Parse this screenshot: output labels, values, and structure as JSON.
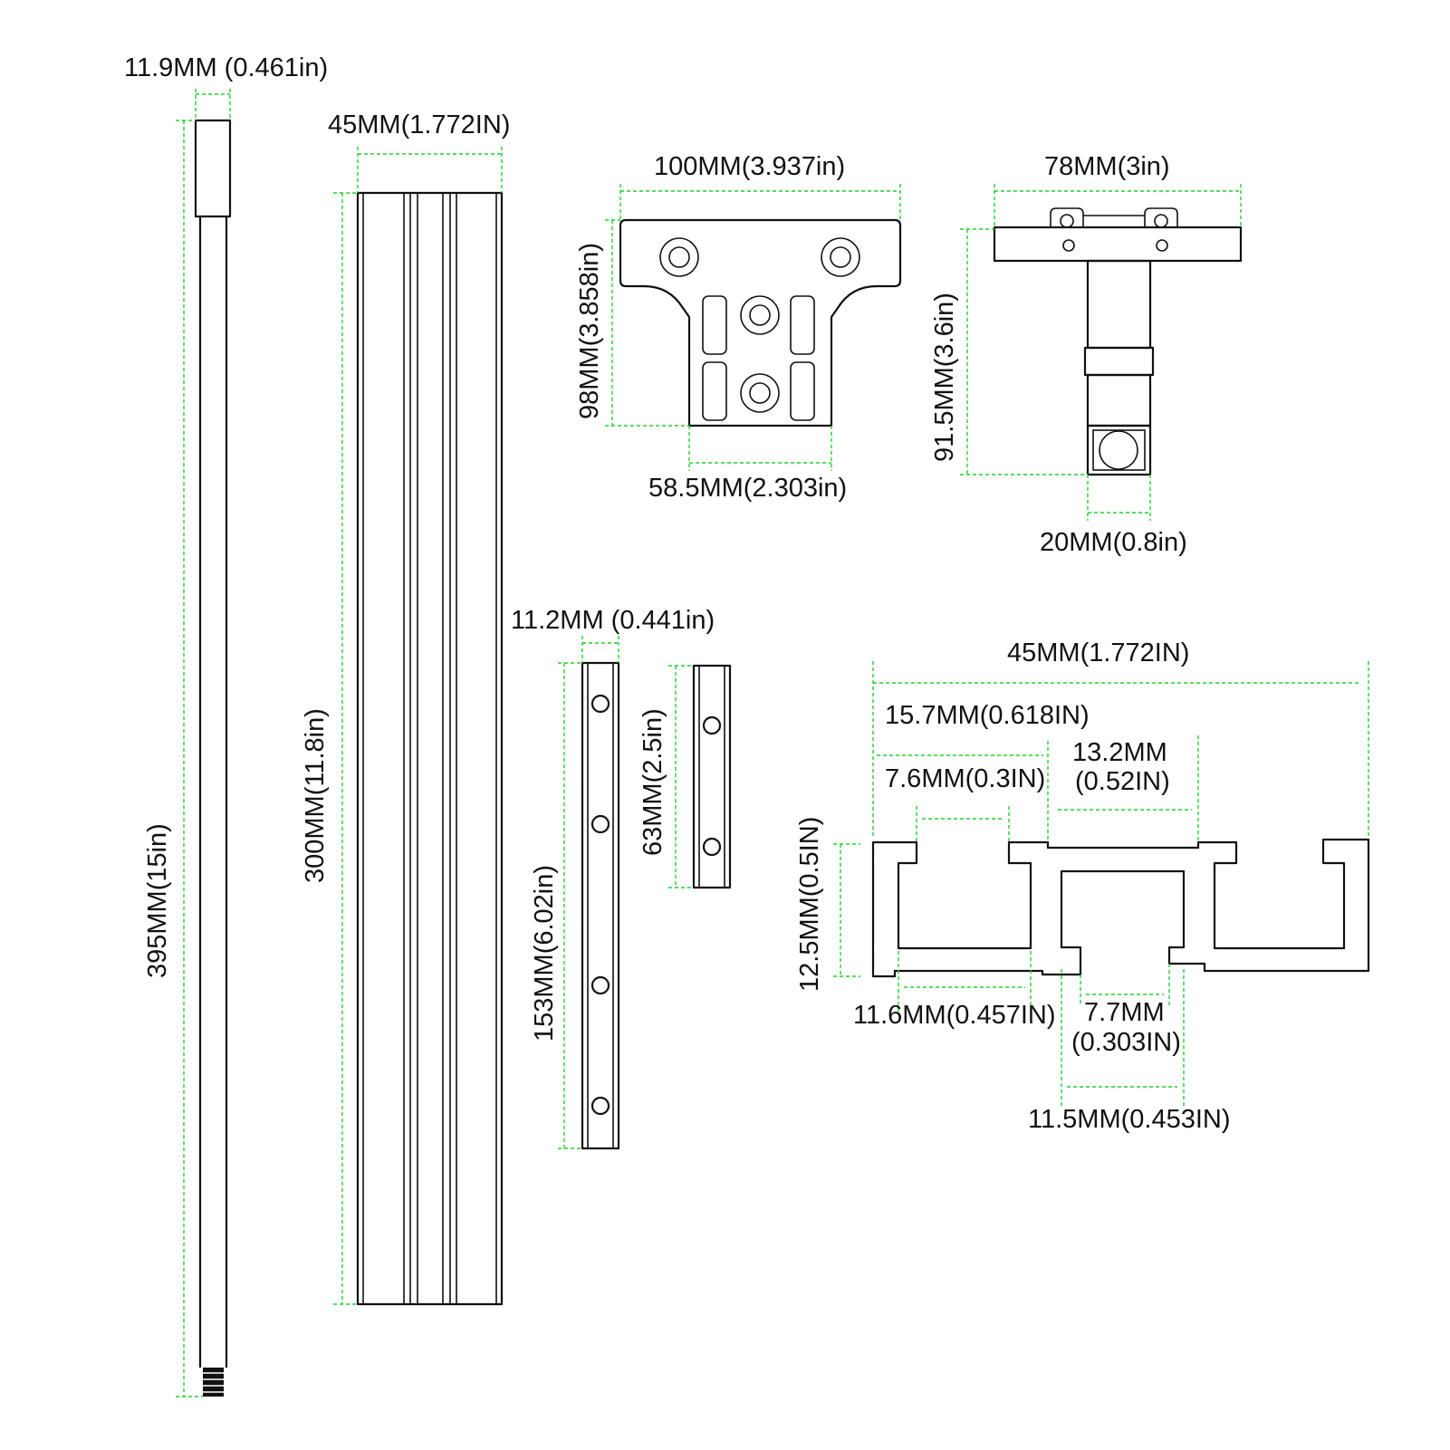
{
  "colors": {
    "dimension_lines": "#1fd32a",
    "outline": "#111111",
    "background": "#ffffff"
  },
  "rod": {
    "width_label": "11.9MM (0.461in)",
    "length_label": "395MM(15in)"
  },
  "extrusion": {
    "width_label": "45MM(1.772IN)",
    "length_label": "300MM(11.8in)"
  },
  "mount_plate": {
    "width_label": "100MM(3.937in)",
    "height_label": "98MM(3.858in)",
    "bottom_width_label": "58.5MM(2.303in)"
  },
  "t_bracket": {
    "width_label": "78MM(3in)",
    "height_label": "91.5MM(3.6in)",
    "stem_width_label": "20MM(0.8in)"
  },
  "long_connector": {
    "width_label": "11.2MM (0.441in)",
    "length_label": "153MM(6.02in)"
  },
  "short_connector": {
    "length_label": "63MM(2.5in)"
  },
  "profile_section": {
    "overall_width_label": "45MM(1.772IN)",
    "left_slot_label": "15.7MM(0.618IN)",
    "center_slot_label_line1": "13.2MM",
    "center_slot_label_line2": "(0.52IN)",
    "slot_opening_label": "7.6MM(0.3IN)",
    "height_label": "12.5MM(0.5IN)",
    "left_channel_label": "11.6MM(0.457IN)",
    "bottom_opening_label_line1": "7.7MM",
    "bottom_opening_label_line2": "(0.303IN)",
    "center_channel_label": "11.5MM(0.453IN)"
  }
}
